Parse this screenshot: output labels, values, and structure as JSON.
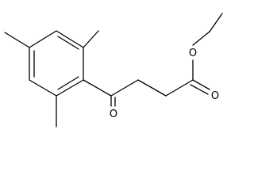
{
  "molecule": {
    "atoms": {
      "carbonyl_oxygen": "O",
      "ester_oxygen": "O",
      "ester_carbonyl_oxygen": "O"
    }
  }
}
